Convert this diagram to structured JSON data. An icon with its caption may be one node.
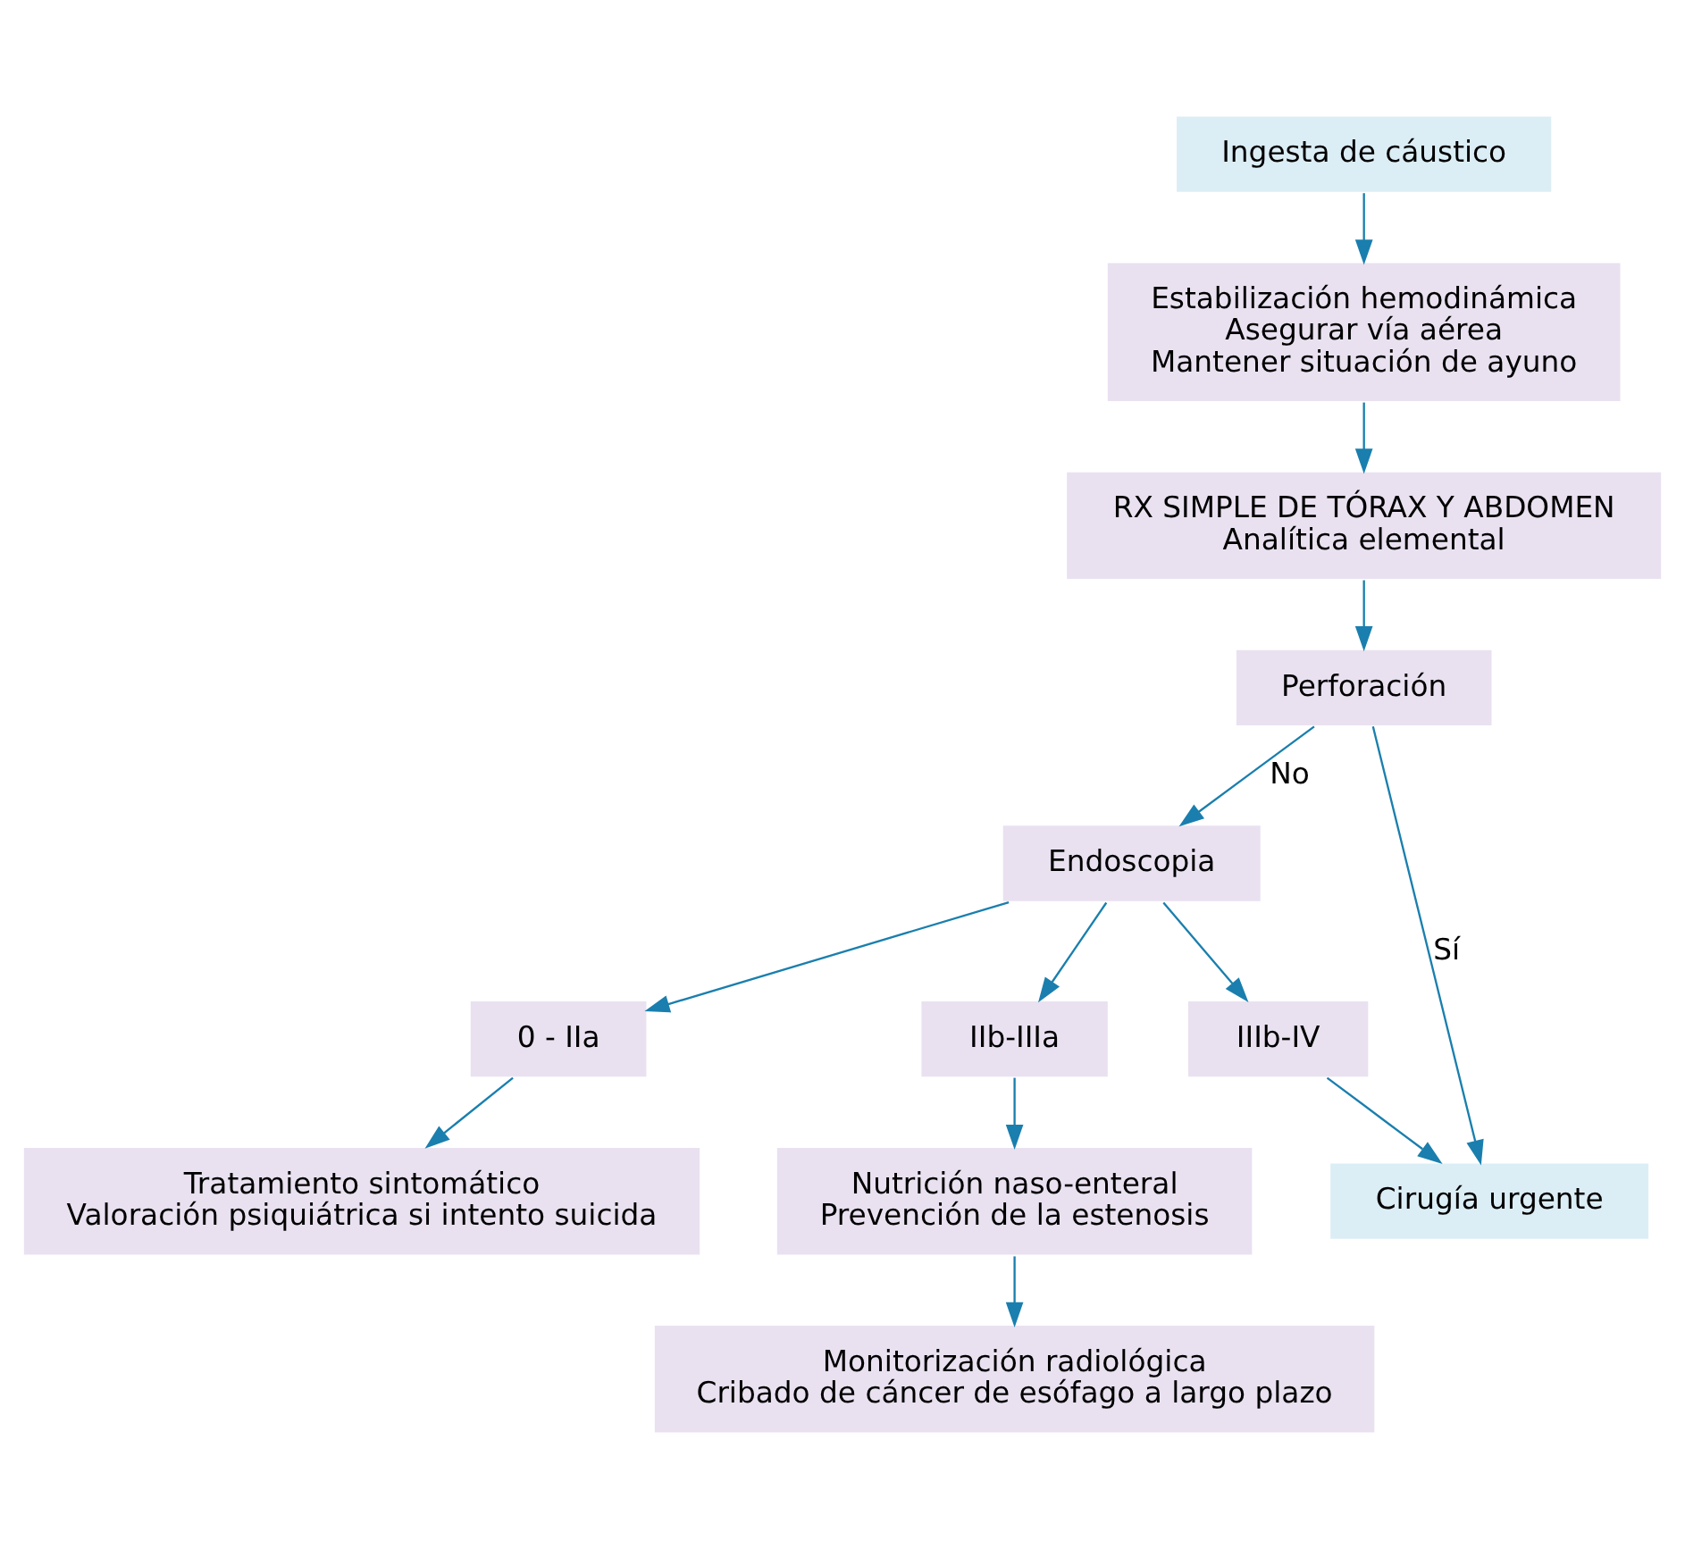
{
  "diagram": {
    "nodes": [
      {
        "text": [
          "Ingesta de cáustico"
        ]
      },
      {
        "text": [
          "Estabilización hemodinámica",
          "Asegurar vía aérea",
          "Mantener situación de ayuno"
        ]
      },
      {
        "text": [
          "RX SIMPLE DE TÓRAX Y ABDOMEN",
          "Analítica elemental"
        ]
      },
      {
        "text": [
          "Perforación"
        ]
      },
      {
        "text": [
          "Endoscopia"
        ]
      },
      {
        "text": [
          "Cirugía urgente"
        ]
      },
      {
        "text": [
          "0 - IIa"
        ]
      },
      {
        "text": [
          "IIb-IIIa"
        ]
      },
      {
        "text": [
          "IIIb-IV"
        ]
      },
      {
        "text": [
          "Tratamiento sintomático",
          "Valoración psiquiátrica si intento suicida"
        ]
      },
      {
        "text": [
          "Nutrición naso-enteral",
          "Prevención de la estenosis"
        ]
      },
      {
        "text": [
          "Monitorización radiológica",
          "Cribado de cáncer de esófago a largo plazo"
        ]
      }
    ],
    "edges": [
      {
        "from": 0,
        "to": 1,
        "arrow": "to"
      },
      {
        "from": 1,
        "to": 2,
        "arrow": "to"
      },
      {
        "from": 2,
        "to": 3,
        "arrow": "to"
      },
      {
        "from": 3,
        "to": 4,
        "arrow": "to",
        "label": "No"
      },
      {
        "from": 3,
        "to": 5,
        "arrow": "to",
        "label": "Sí"
      },
      {
        "from": 4,
        "to": 6,
        "arrow": "to"
      },
      {
        "from": 4,
        "to": 7,
        "arrow": "to"
      },
      {
        "from": 4,
        "to": 8,
        "arrow": "to"
      },
      {
        "from": 8,
        "to": 5,
        "arrow": "to"
      },
      {
        "from": 6,
        "to": 9,
        "arrow": "to"
      },
      {
        "from": 7,
        "to": 10,
        "arrow": "to"
      },
      {
        "from": 10,
        "to": 11,
        "arrow": "to"
      }
    ]
  }
}
